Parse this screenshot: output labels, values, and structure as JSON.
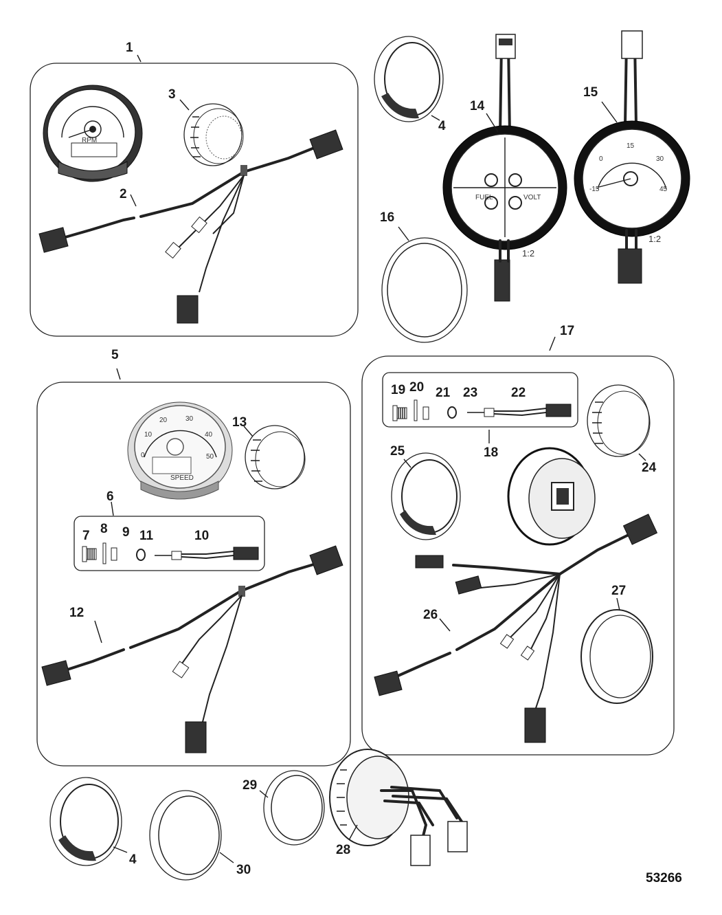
{
  "callouts": {
    "c1": "1",
    "c2": "2",
    "c3": "3",
    "c4a": "4",
    "c4b": "4",
    "c5": "5",
    "c6": "6",
    "c7": "7",
    "c8": "8",
    "c9": "9",
    "c10": "10",
    "c11": "11",
    "c12": "12",
    "c13": "13",
    "c14": "14",
    "c15": "15",
    "c16": "16",
    "c17": "17",
    "c18": "18",
    "c19": "19",
    "c20": "20",
    "c21": "21",
    "c22": "22",
    "c23": "23",
    "c24": "24",
    "c25": "25",
    "c26": "26",
    "c27": "27",
    "c28": "28",
    "c29": "29",
    "c30": "30"
  },
  "scale_labels": {
    "gauge14": "1:2",
    "gauge15": "1:2"
  },
  "gauge_text": {
    "speed": "SPEED",
    "fuel": "FUEL",
    "volt": "VOLT",
    "rpm": "RPM",
    "speed_ticks": [
      "0",
      "10",
      "20",
      "30",
      "40",
      "50"
    ],
    "g15_ticks": [
      "-15",
      "0",
      "15",
      "30",
      "45"
    ]
  },
  "reference_number": "53266"
}
